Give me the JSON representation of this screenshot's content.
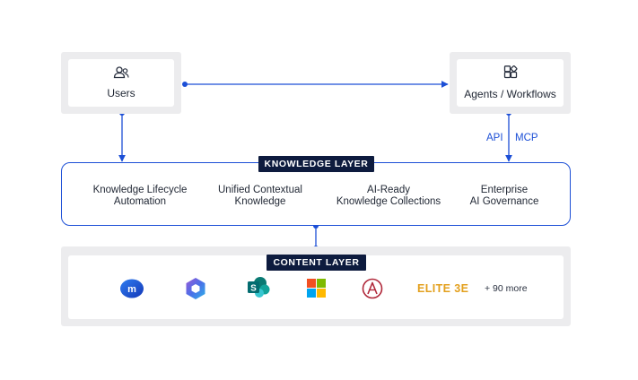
{
  "nodes": {
    "users": {
      "label": "Users",
      "icon": "users-icon"
    },
    "agents": {
      "label": "Agents / Workflows",
      "icon": "apps-icon"
    }
  },
  "connection_labels": {
    "api": "API",
    "mcp": "MCP"
  },
  "knowledge_layer": {
    "title": "KNOWLEDGE LAYER",
    "capabilities": [
      {
        "line1": "Knowledge Lifecycle",
        "line2": "Automation"
      },
      {
        "line1": "Unified Contextual",
        "line2": "Knowledge"
      },
      {
        "line1": "AI-Ready",
        "line2": "Knowledge Collections"
      },
      {
        "line1": "Enterprise",
        "line2": "AI Governance"
      }
    ]
  },
  "content_layer": {
    "title": "CONTENT LAYER",
    "logos": [
      {
        "name": "imanage-logo",
        "text": "m"
      },
      {
        "name": "box-hexagon-logo"
      },
      {
        "name": "sharepoint-logo",
        "text": "S"
      },
      {
        "name": "microsoft-logo"
      },
      {
        "name": "aderant-logo"
      },
      {
        "name": "elite-3e-logo",
        "text": "ELITE 3E"
      }
    ],
    "more_text": "+ 90 more"
  },
  "colors": {
    "accent": "#1c4fd6",
    "dark_navy": "#0d1b3e",
    "panel_gray": "#ececee",
    "elite_gold": "#e3a01e"
  }
}
